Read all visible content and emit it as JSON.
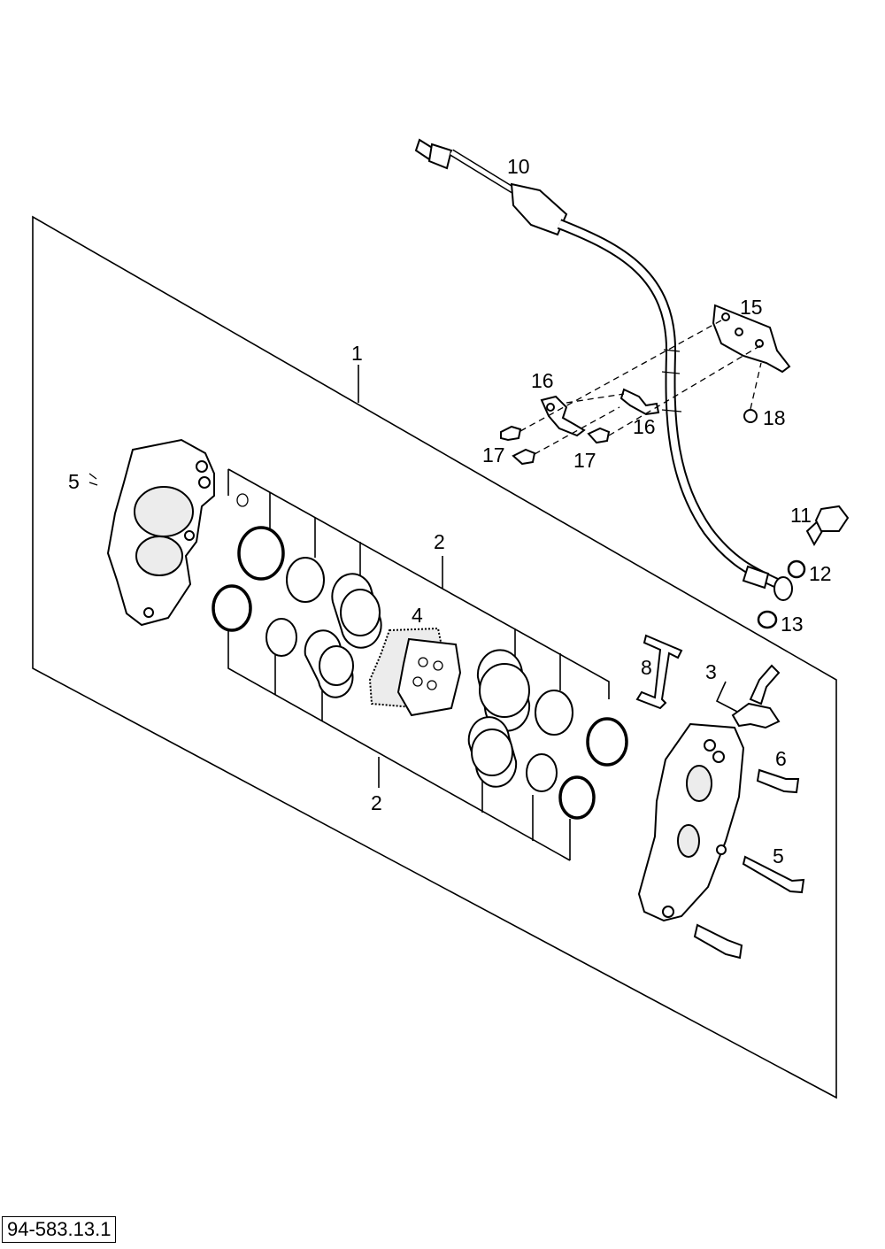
{
  "diagram": {
    "drawing_number": "94-583.13.1",
    "callouts": {
      "c1": "1",
      "c2a": "2",
      "c2b": "2",
      "c3": "3",
      "c4": "4",
      "c5a": "5",
      "c5b": "5",
      "c6": "6",
      "c8": "8",
      "c10": "10",
      "c11": "11",
      "c12": "12",
      "c13": "13",
      "c15": "15",
      "c16a": "16",
      "c16b": "16",
      "c17a": "17",
      "c17b": "17",
      "c18": "18"
    }
  }
}
